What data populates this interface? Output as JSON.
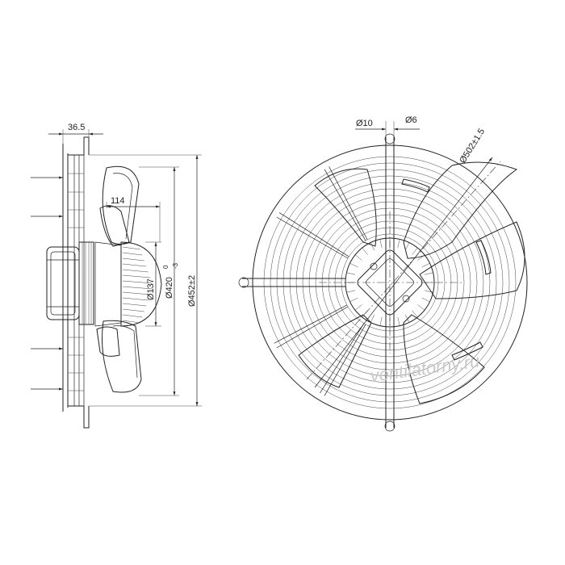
{
  "side_view": {
    "dim_mount_depth": "36.5",
    "dim_blade_depth": "114",
    "dim_motor_dia": "Ø137",
    "dim_blade_dia": "Ø420",
    "dim_blade_tol_upper": "0",
    "dim_blade_tol_lower": "-3",
    "dim_guard_dia": "Ø452±2"
  },
  "front_view": {
    "dim_wire_outer": "Ø10",
    "dim_wire_inner": "Ø6",
    "dim_mount_circle": "Ø502±1.5"
  },
  "watermark": "ventilatorny.ru",
  "colors": {
    "line": "#222222",
    "watermark": "#c9c9c9",
    "background": "#ffffff"
  }
}
